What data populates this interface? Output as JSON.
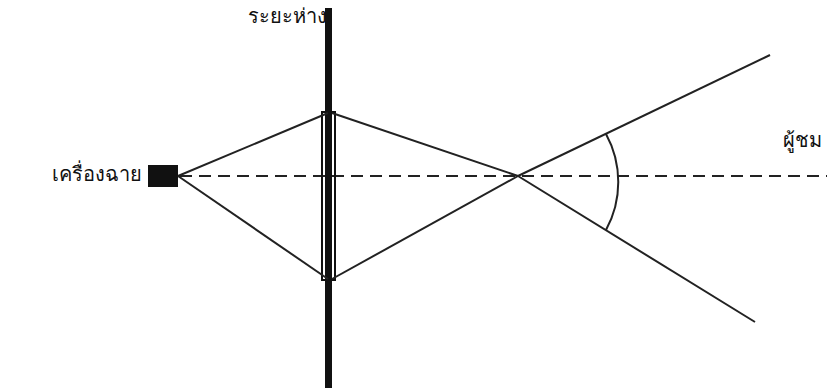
{
  "diagram": {
    "labels": [
      "ระยะห่าง",
      "เครื่องฉาย",
      "ผู้ชม"
    ]
  }
}
